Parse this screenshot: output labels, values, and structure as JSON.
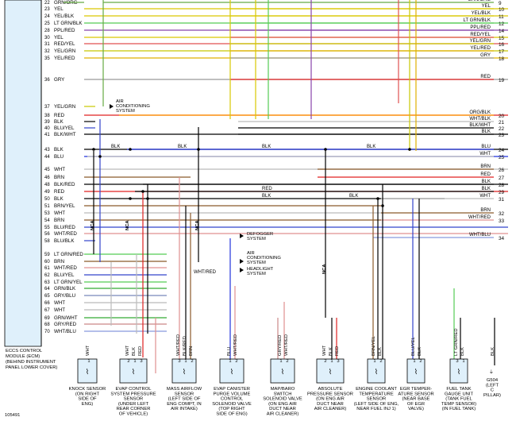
{
  "diagram_id": "105491",
  "ecm": {
    "caption_lines": [
      "ECCS CONTROL",
      "MODULE (ECM)",
      "(BEHIND INSTRUMENT",
      "PANEL LOWER COVER)"
    ]
  },
  "ecm_pins": [
    {
      "num": "22",
      "label": "GRN/ORG",
      "color": "#66aa44"
    },
    {
      "num": "23",
      "label": "YEL",
      "color": "#d9c800"
    },
    {
      "num": "24",
      "label": "YEL/BLK",
      "color": "#d9c800"
    },
    {
      "num": "25",
      "label": "LT GRN/BLK",
      "color": "#55cc55"
    },
    {
      "num": "28",
      "label": "PPL/RED",
      "color": "#8844aa"
    },
    {
      "num": "30",
      "label": "YEL",
      "color": "#d9c800"
    },
    {
      "num": "31",
      "label": "RED/YEL",
      "color": "#e05050"
    },
    {
      "num": "32",
      "label": "YEL/GRN",
      "color": "#c8c800"
    },
    {
      "num": "35",
      "label": "YEL/RED",
      "color": "#e0b000"
    },
    {
      "num": "36",
      "label": "GRY",
      "color": "#999999"
    },
    {
      "num": "37",
      "label": "YEL/GRN",
      "color": "#c8c800"
    },
    {
      "num": "38",
      "label": "RED",
      "color": "#e02020"
    },
    {
      "num": "39",
      "label": "BLK",
      "color": "#000000"
    },
    {
      "num": "40",
      "label": "BLU/YEL",
      "color": "#3344cc"
    },
    {
      "num": "41",
      "label": "BLK/WHT",
      "color": "#000000"
    },
    {
      "num": "43",
      "label": "BLK",
      "color": "#000000"
    },
    {
      "num": "44",
      "label": "BLU",
      "color": "#2233dd"
    },
    {
      "num": "45",
      "label": "WHT",
      "color": "#bbbbbb"
    },
    {
      "num": "46",
      "label": "BRN",
      "color": "#8b5a2b"
    },
    {
      "num": "48",
      "label": "BLK/RED",
      "color": "#000000"
    },
    {
      "num": "49",
      "label": "RED",
      "color": "#e02020"
    },
    {
      "num": "50",
      "label": "BLK",
      "color": "#000000"
    },
    {
      "num": "51",
      "label": "BRN/YEL",
      "color": "#8b5a2b"
    },
    {
      "num": "53",
      "label": "WHT",
      "color": "#bbbbbb"
    },
    {
      "num": "54",
      "label": "BRN",
      "color": "#8b5a2b"
    },
    {
      "num": "55",
      "label": "BLU/RED",
      "color": "#3344cc"
    },
    {
      "num": "56",
      "label": "WHT/RED",
      "color": "#e09090"
    },
    {
      "num": "58",
      "label": "BLU/BLK",
      "color": "#3344cc"
    },
    {
      "num": "59",
      "label": "LT GRN/RED",
      "color": "#55cc55"
    },
    {
      "num": "60",
      "label": "BRN",
      "color": "#8b5a2b"
    },
    {
      "num": "61",
      "label": "WHT/RED",
      "color": "#e09090"
    },
    {
      "num": "62",
      "label": "BLU/YEL",
      "color": "#3344cc"
    },
    {
      "num": "63",
      "label": "LT GRN/YEL",
      "color": "#55cc55"
    },
    {
      "num": "64",
      "label": "GRN/BLK",
      "color": "#33aa33"
    },
    {
      "num": "65",
      "label": "GRY/BLU",
      "color": "#7788bb"
    },
    {
      "num": "66",
      "label": "WHT",
      "color": "#bbbbbb"
    },
    {
      "num": "67",
      "label": "WHT",
      "color": "#bbbbbb"
    },
    {
      "num": "69",
      "label": "GRN/WHT",
      "color": "#33aa33"
    },
    {
      "num": "68",
      "label": "GRY/RED",
      "color": "#cc8888"
    },
    {
      "num": "70",
      "label": "WHT/BLU",
      "color": "#8899dd"
    }
  ],
  "right_terminals": [
    {
      "num": "9",
      "label": "GRN/ORG",
      "color": "#66aa44"
    },
    {
      "num": "10",
      "label": "YEL",
      "color": "#d9c800"
    },
    {
      "num": "11",
      "label": "YEL/BLK",
      "color": "#d9c800"
    },
    {
      "num": "12",
      "label": "LT GRN/BLK",
      "color": "#55cc55"
    },
    {
      "num": "14",
      "label": "PPL/RED",
      "color": "#8844aa"
    },
    {
      "num": "15",
      "label": "RED/YEL",
      "color": "#e05050"
    },
    {
      "num": "16",
      "label": "YEL/GRN",
      "color": "#c8c800"
    },
    {
      "num": "17",
      "label": "YEL/RED",
      "color": "#e0b000"
    },
    {
      "num": "18",
      "label": "GRY",
      "color": "#999999"
    },
    {
      "num": "19",
      "label": "RED",
      "color": "#e02020"
    },
    {
      "num": "20",
      "label": "ORG/BLK",
      "color": "#ff9900"
    },
    {
      "num": "21",
      "label": "WHT/BLK",
      "color": "#bbbbbb"
    },
    {
      "num": "22",
      "label": "BLK/WHT",
      "color": "#000000"
    },
    {
      "num": "23",
      "label": "BLK",
      "color": "#000000"
    },
    {
      "num": "24",
      "label": "BLU",
      "color": "#2233dd"
    },
    {
      "num": "25",
      "label": "WHT",
      "color": "#bbbbbb"
    },
    {
      "num": "26",
      "label": "BRN",
      "color": "#8b5a2b"
    },
    {
      "num": "27",
      "label": "RED",
      "color": "#e02020"
    },
    {
      "num": "28",
      "label": "BLK",
      "color": "#000000"
    },
    {
      "num": "29",
      "label": "BLK",
      "color": "#000000"
    },
    {
      "num": "31",
      "label": "WHT",
      "color": "#bbbbbb"
    },
    {
      "num": "32",
      "label": "BRN",
      "color": "#8b5a2b"
    },
    {
      "num": "33",
      "label": "WHT/RED",
      "color": "#e09090"
    },
    {
      "num": "34",
      "label": "WHT/BLU",
      "color": "#8899dd"
    }
  ],
  "notes": {
    "ac_system": [
      "AIR",
      "CONDITIONING",
      "SYSTEM"
    ],
    "defogger": [
      "DEFOGGER",
      "SYSTEM"
    ],
    "ac_system_2": [
      "AIR",
      "CONDITIONING",
      "SYSTEM"
    ],
    "headlight": [
      "HEADLIGHT",
      "SYSTEM"
    ],
    "nca": "NCA"
  },
  "mid_labels": {
    "blk": "BLK",
    "red": "RED",
    "wht_red": "WHT/RED"
  },
  "components": [
    {
      "key": "knock",
      "caption": [
        "KNOCK SENSOR",
        "(ON RIGHT",
        "SIDE OF",
        "ENG)"
      ]
    },
    {
      "key": "evap_press",
      "caption": [
        "EVAP CONTROL",
        "SYSTEM PRESSURE",
        "SENSOR",
        "(UNDER LEFT",
        "REAR CORNER",
        "OF VEHICLE)"
      ]
    },
    {
      "key": "maf",
      "caption": [
        "MASS AIRFLOW",
        "SENSOR",
        "(LEFT SIDE OF",
        "ENG COMPT, IN",
        "AIR INTAKE)"
      ]
    },
    {
      "key": "purge",
      "caption": [
        "EVAP CANISTER",
        "PURGE VOLUME",
        "CONTROL",
        "SOLENOID VALVE",
        "(TOP RIGHT",
        "SIDE OF ENG)"
      ]
    },
    {
      "key": "map_baro",
      "caption": [
        "MAP/BARO",
        "SWITCH",
        "SOLENOID VALVE",
        "(ON ENG AIR",
        "DUCT NEAR",
        "AIR CLEANER)"
      ]
    },
    {
      "key": "abs_press",
      "caption": [
        "ABSOLUTE",
        "PRESSURE SENSOR",
        "(ON ENG AIR",
        "DUCT NEAR",
        "AIR CLEANER)"
      ]
    },
    {
      "key": "ect",
      "caption": [
        "ENGINE COOLANT",
        "TEMPERATURE",
        "SENSOR",
        "(LEFT SIDE OF ENG,",
        "NEAR FUEL INJ 1)"
      ]
    },
    {
      "key": "egr",
      "caption": [
        "EGR TEMPER-",
        "ATURE SENSOR",
        "(NEAR BASE",
        "OF EGR",
        "VALVE)"
      ]
    },
    {
      "key": "fuel",
      "caption": [
        "FUEL TANK",
        "GAUGE UNIT",
        "(TANK FUEL",
        "TEMP SENSOR)",
        "(IN FUEL TANK)"
      ]
    },
    {
      "key": "ground",
      "caption": [
        "G504",
        "(LEFT",
        "C",
        "PILLAR)"
      ]
    }
  ],
  "component_wires": {
    "knock": [
      "WHT"
    ],
    "evap_press": [
      "WHT",
      "BLK",
      "RED"
    ],
    "maf": [
      "WHT/RED",
      "BLK/RED",
      "BRN"
    ],
    "purge": [
      "BLU",
      "WHT/RED"
    ],
    "map_baro": [
      "GRY/RED",
      "WHT/RED"
    ],
    "abs_press": [
      "WHT",
      "BLK",
      "RED"
    ],
    "ect": [
      "BRN/YEL",
      "BLK"
    ],
    "egr": [
      "BLU/YEL",
      "BLK"
    ],
    "fuel": [
      "LT GRN/RED",
      "BLK"
    ],
    "ground": [
      "BLK"
    ]
  },
  "pin_numbers": {
    "knock": [
      "1"
    ],
    "evap_press": [
      "2",
      "1",
      "3"
    ],
    "maf": [
      "3",
      "1",
      "2"
    ],
    "purge": [
      "1",
      "2"
    ],
    "map_baro": [
      "1",
      "2"
    ],
    "abs_press": [
      "2",
      "1",
      "3"
    ],
    "ect": [
      "1",
      "2"
    ],
    "egr": [
      "1",
      "2"
    ],
    "fuel": [
      "3",
      "1"
    ]
  }
}
